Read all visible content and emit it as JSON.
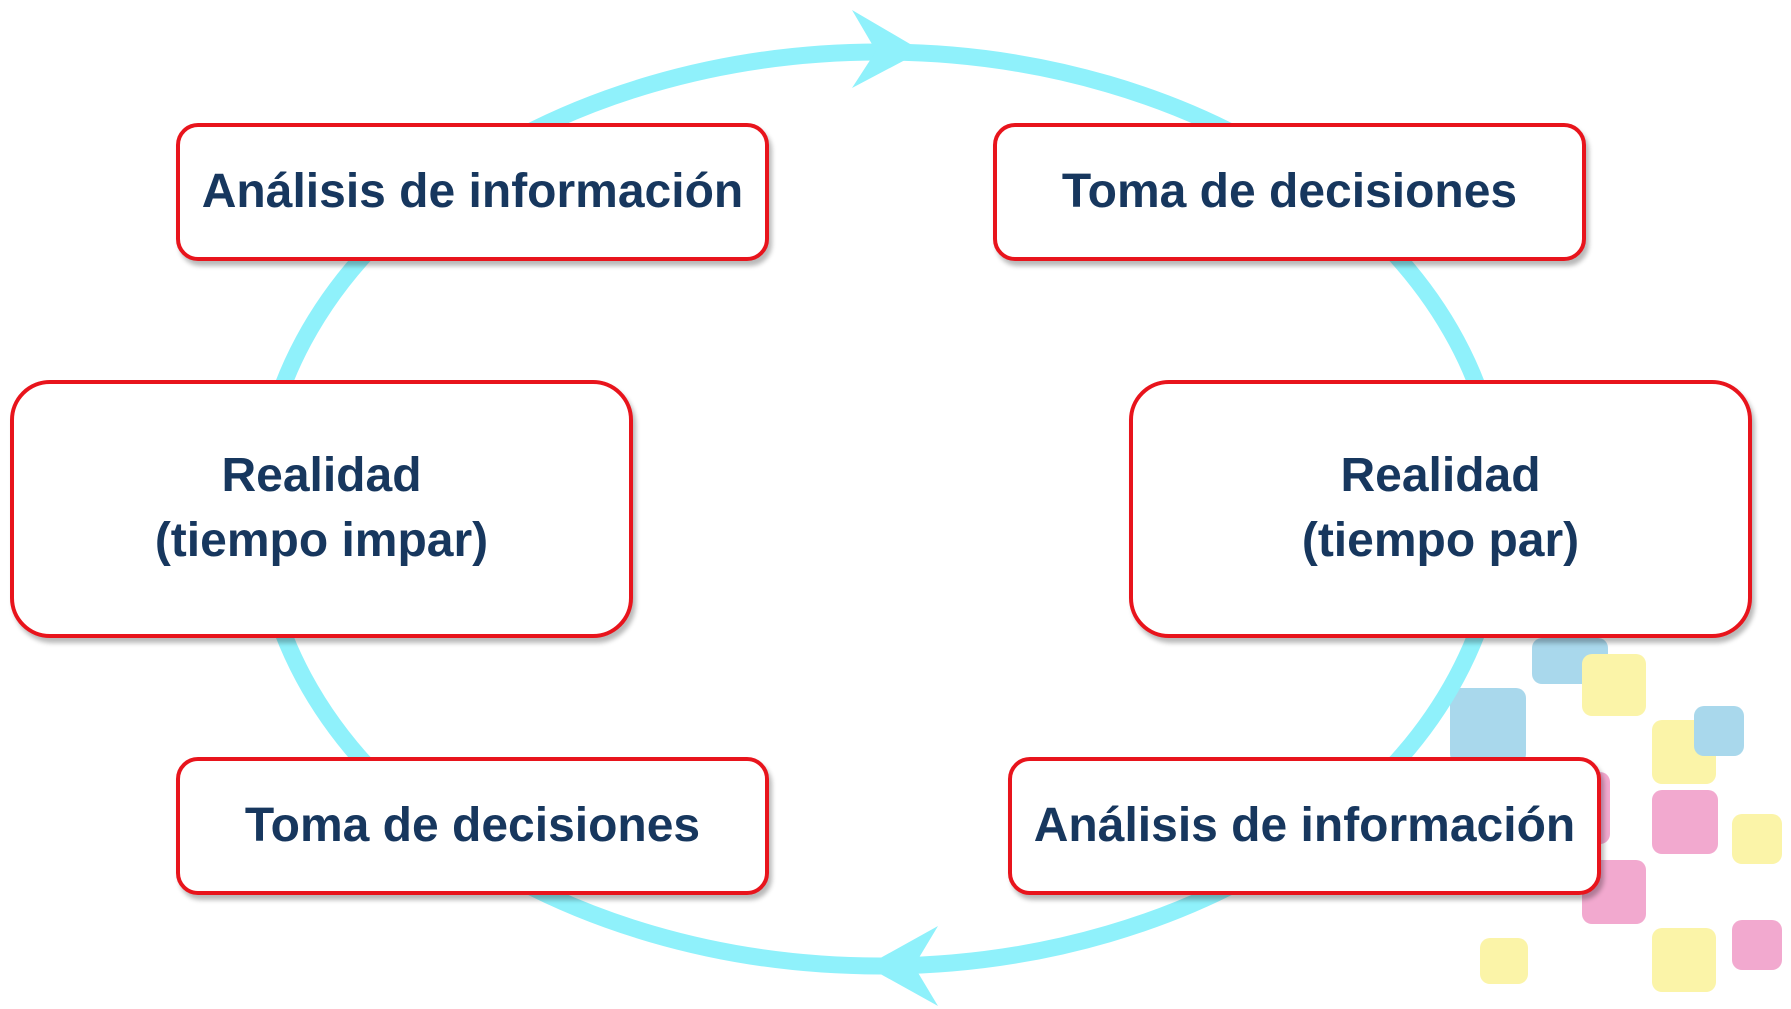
{
  "diagram": {
    "colors": {
      "cycle_arrow": "#8ff1fb",
      "box_border": "#e8141c",
      "box_fill": "#ffffff",
      "text": "#17375e",
      "deco_blue": "#a9d8ec",
      "deco_yellow": "#fbf4a8",
      "deco_pink": "#f2a9cf"
    },
    "nodes": {
      "analisis_top_left": {
        "label": "Análisis de información"
      },
      "toma_top_right": {
        "label": "Toma de decisiones"
      },
      "realidad_impar": {
        "line1": "Realidad",
        "line2": "(tiempo impar)"
      },
      "realidad_par": {
        "line1": "Realidad",
        "line2": "(tiempo par)"
      },
      "toma_bottom_left": {
        "label": "Toma de decisiones"
      },
      "analisis_bottom_right": {
        "label": "Análisis de información"
      }
    },
    "cycle_direction": "clockwise"
  }
}
